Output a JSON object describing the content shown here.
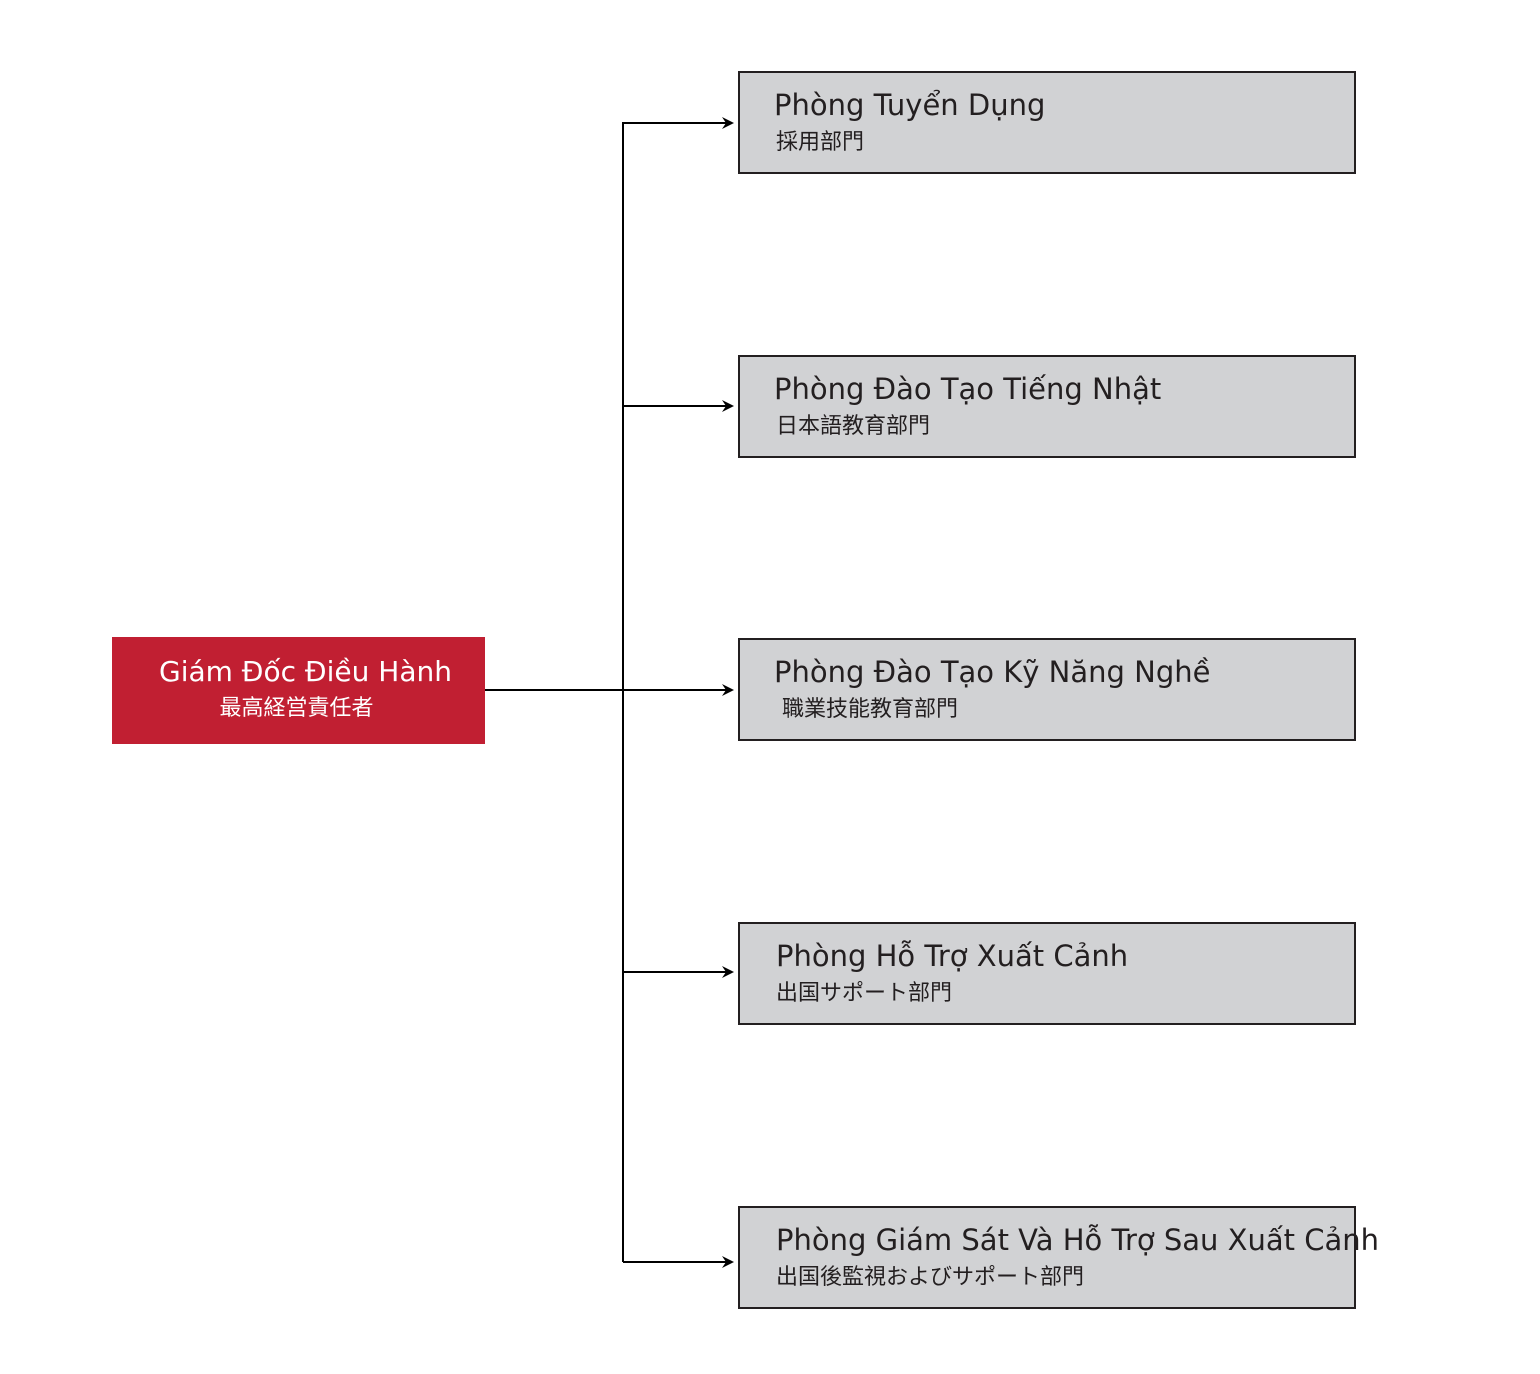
{
  "root": {
    "title": "Giám Đốc Điều Hành",
    "subtitle": "最高経営責任者"
  },
  "departments": [
    {
      "title": "Phòng Tuyển Dụng",
      "subtitle": "採用部門"
    },
    {
      "title": "Phòng Đào Tạo Tiếng Nhật",
      "subtitle": "日本語教育部門"
    },
    {
      "title": "Phòng Đào Tạo Kỹ Năng Nghề",
      "subtitle": "職業技能教育部門"
    },
    {
      "title": "Phòng Hỗ Trợ Xuất Cảnh",
      "subtitle": "出国サポート部門"
    },
    {
      "title": "Phòng Giám Sát Và Hỗ Trợ Sau Xuất Cảnh",
      "subtitle": "出国後監視およびサポート部門"
    }
  ],
  "colors": {
    "root_fill": "#c11f32",
    "root_text": "#ffffff",
    "dept_fill": "#d1d2d4",
    "dept_border": "#231f20",
    "connector": "#000000"
  }
}
